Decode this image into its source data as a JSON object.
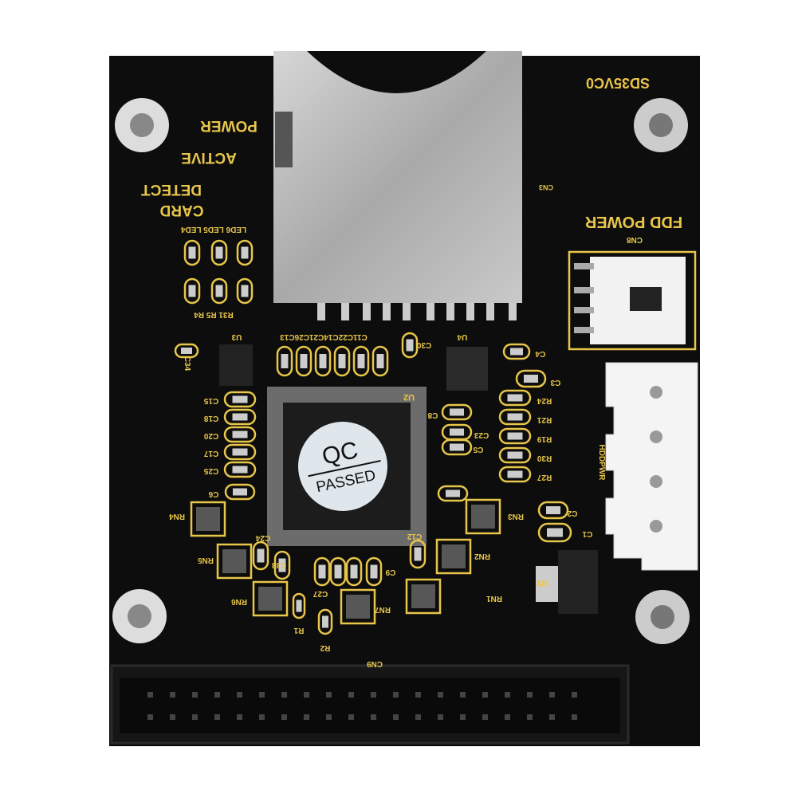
{
  "board": {
    "model": "SD35VC0",
    "fdd_power": "FDD POWER",
    "labels": {
      "power": "POWER",
      "active": "ACTIVE",
      "detect": "DETECT",
      "card": "CARD",
      "leds": "LED6 LED5 LED4",
      "resistors_left": "R31 R5 R4",
      "cn8": "CN8",
      "cn3": "CN3",
      "cn9": "CN9",
      "u1": "U1",
      "u2": "U2",
      "u3": "U3",
      "u4": "U4",
      "hddpwr": "HDDPWR",
      "caps_top": "C11C22C14C21C26C13",
      "c30": "C30",
      "c4": "C4",
      "c3": "C3",
      "c8": "C8",
      "c23": "C23",
      "c5": "C5",
      "c2": "C2",
      "c1": "C1",
      "c12": "C12",
      "c9": "C9",
      "c27": "C27",
      "c33": "C33",
      "c24": "C24",
      "c6": "C6",
      "c34": "C34",
      "r_right": [
        "R24",
        "R21",
        "R19",
        "R30",
        "R27"
      ],
      "caps_left": [
        "C15",
        "C18",
        "C20",
        "C17",
        "C25"
      ],
      "rn": [
        "RN1",
        "RN2",
        "RN3",
        "RN4",
        "RN5",
        "RN6",
        "RN7"
      ],
      "r1": "R1",
      "r2": "R2"
    },
    "sticker": {
      "line1": "QC",
      "line2": "PASSED"
    },
    "colors": {
      "pcb": "#0d0d0d",
      "silkscreen": "#e8c64a",
      "metal": "#b8b8b8",
      "connector": "#f2f2f2"
    }
  }
}
